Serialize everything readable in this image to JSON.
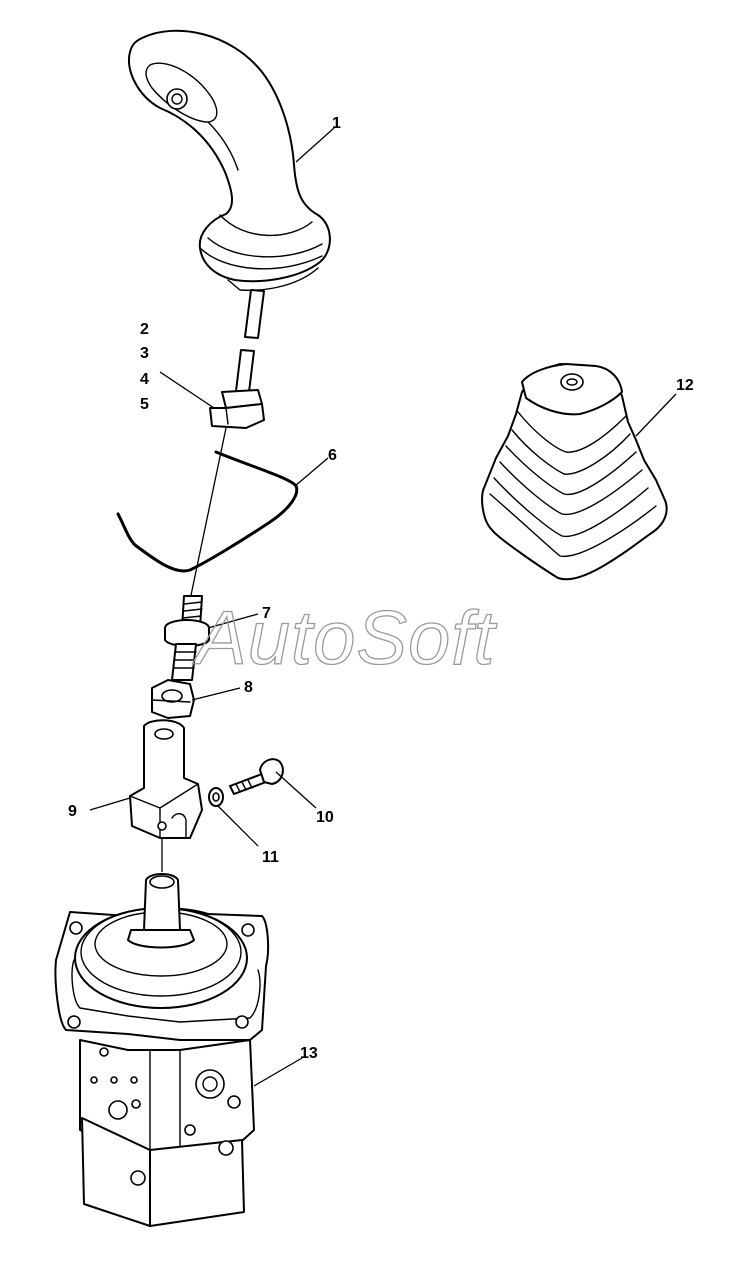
{
  "watermark": "AutoSoft",
  "callouts": {
    "c1": "1",
    "c2": "2",
    "c3": "3",
    "c4": "4",
    "c5": "5",
    "c6": "6",
    "c7": "7",
    "c8": "8",
    "c9": "9",
    "c10": "10",
    "c11": "11",
    "c12": "12",
    "c13": "13"
  },
  "colors": {
    "line": "#000000",
    "background": "#ffffff",
    "watermark_outline": "#9a9a9a"
  }
}
